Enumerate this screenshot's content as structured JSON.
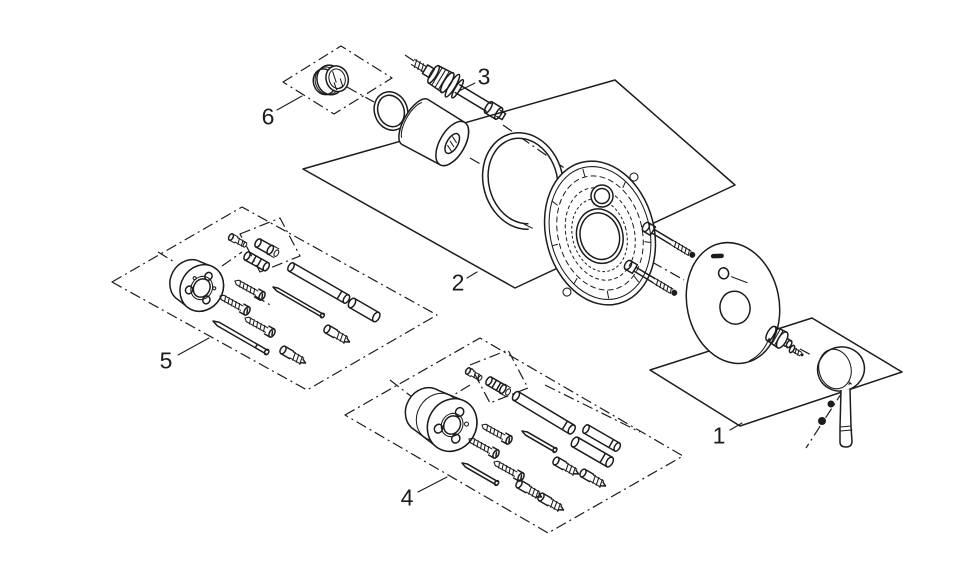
{
  "canvas": {
    "background": "#ffffff",
    "line_color": "#1c1c1c"
  },
  "diagram_type": "exploded-parts-diagram",
  "parts": [
    {
      "label": "1",
      "name": "trim-group-escutcheon-nut-screw-lever-handle"
    },
    {
      "label": "2",
      "name": "mounting-group-stop-ring-carrier-plate-screws"
    },
    {
      "label": "3",
      "name": "cartridge-spindle-extension"
    },
    {
      "label": "4",
      "name": "extension-kit-deep-spacer-screws-tubes-studs"
    },
    {
      "label": "5",
      "name": "extension-kit-shallow-spacer-screws-rods-studs"
    },
    {
      "label": "6",
      "name": "cap-plug"
    }
  ]
}
